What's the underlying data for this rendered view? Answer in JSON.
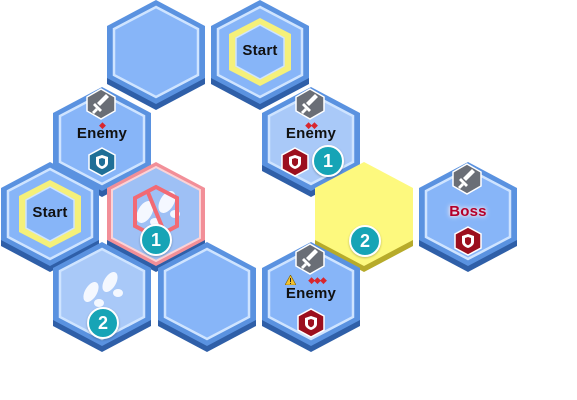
{
  "board": {
    "tiles": [
      {
        "id": "t1",
        "type": "empty"
      },
      {
        "id": "t2",
        "type": "start",
        "label": "Start"
      },
      {
        "id": "t3",
        "type": "enemy",
        "label": "Enemy",
        "difficulty": 1,
        "shield": "blue"
      },
      {
        "id": "t4",
        "type": "enemy",
        "label": "Enemy",
        "difficulty": 2,
        "shield": "red",
        "step": "1"
      },
      {
        "id": "t5",
        "type": "start",
        "label": "Start"
      },
      {
        "id": "t6",
        "type": "blocked-move",
        "step": "1"
      },
      {
        "id": "t7",
        "type": "highlighted",
        "step": "2"
      },
      {
        "id": "t8",
        "type": "boss",
        "label": "Boss",
        "shield": "red"
      },
      {
        "id": "t9",
        "type": "move",
        "step": "2"
      },
      {
        "id": "t10",
        "type": "empty"
      },
      {
        "id": "t11",
        "type": "enemy",
        "label": "Enemy",
        "difficulty": 3,
        "shield": "red",
        "warning": true
      }
    ]
  },
  "colors": {
    "hex_rim": "#5a92e0",
    "hex_base_shadow": "#2f5fa8",
    "hex_fill": "#87b5f8",
    "hex_inner_line": "#cfe4ff",
    "start_ring": "#f5f07a",
    "highlight_fill": "#fdf97e",
    "highlight_shadow": "#b7ab2a",
    "step_badge": "#16a4b6",
    "enemy_shield_red": "#9c0f1e",
    "enemy_shield_blue": "#1f6f97",
    "difficulty": "#d8262e",
    "icon_gray": "#6a6e76"
  }
}
